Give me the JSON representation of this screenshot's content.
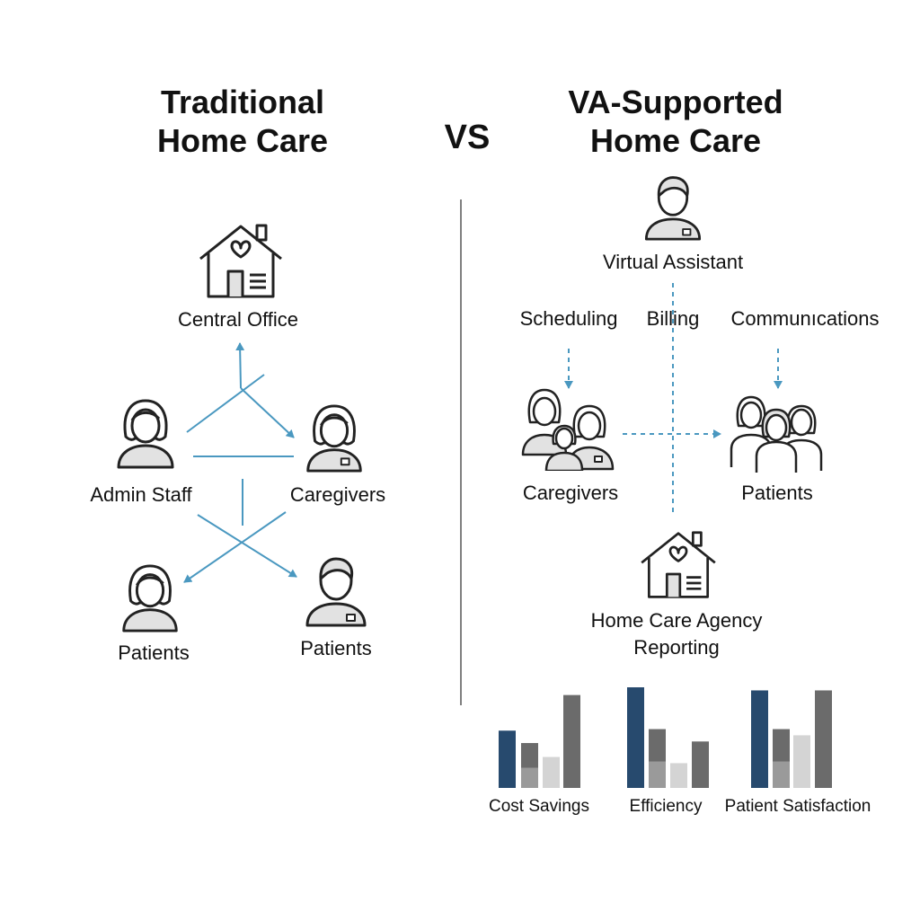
{
  "left": {
    "title_line1": "Traditional",
    "title_line2": "Home Care",
    "central_office": "Central Office",
    "admin_staff": "Admin Staff",
    "caregivers": "Caregivers",
    "patients_left": "Patients",
    "patients_right": "Patients"
  },
  "vs": "VS",
  "right": {
    "title_line1": "VA-Supported",
    "title_line2": "Home Care",
    "virtual_assistant": "Virtual Assistant",
    "scheduling": "Scheduling",
    "billing": "Billing",
    "communications": "Communıcations",
    "caregivers": "Caregivers",
    "patients": "Patients",
    "agency_line1": "Home Care Agency",
    "agency_line2": "Reporting"
  },
  "colors": {
    "arrow": "#4a98c0",
    "navy": "#274a6e",
    "dark_gray": "#6b6b6b",
    "mid_gray": "#9a9a9a",
    "light_gray": "#d4d4d4",
    "icon_fill": "#e2e2e2",
    "divider": "#555555"
  },
  "chart_data": [
    {
      "type": "bar",
      "categories": [
        "Cost Savings"
      ],
      "series_count": 4,
      "values": [
        0.37,
        0.29,
        0.2,
        0.6
      ],
      "ylim": [
        0,
        0.65
      ],
      "xlabel": "Cost Savings"
    },
    {
      "type": "bar",
      "categories": [
        "Efficiency"
      ],
      "series_count": 4,
      "values": [
        0.65,
        0.38,
        0.16,
        0.3
      ],
      "ylim": [
        0,
        0.65
      ],
      "xlabel": "Efficiency"
    },
    {
      "type": "bar",
      "categories": [
        "Patient Satisfaction"
      ],
      "series_count": 4,
      "values": [
        0.63,
        0.38,
        0.34,
        0.63
      ],
      "ylim": [
        0,
        0.65
      ],
      "xlabel": "Patient Satisfaction"
    }
  ]
}
